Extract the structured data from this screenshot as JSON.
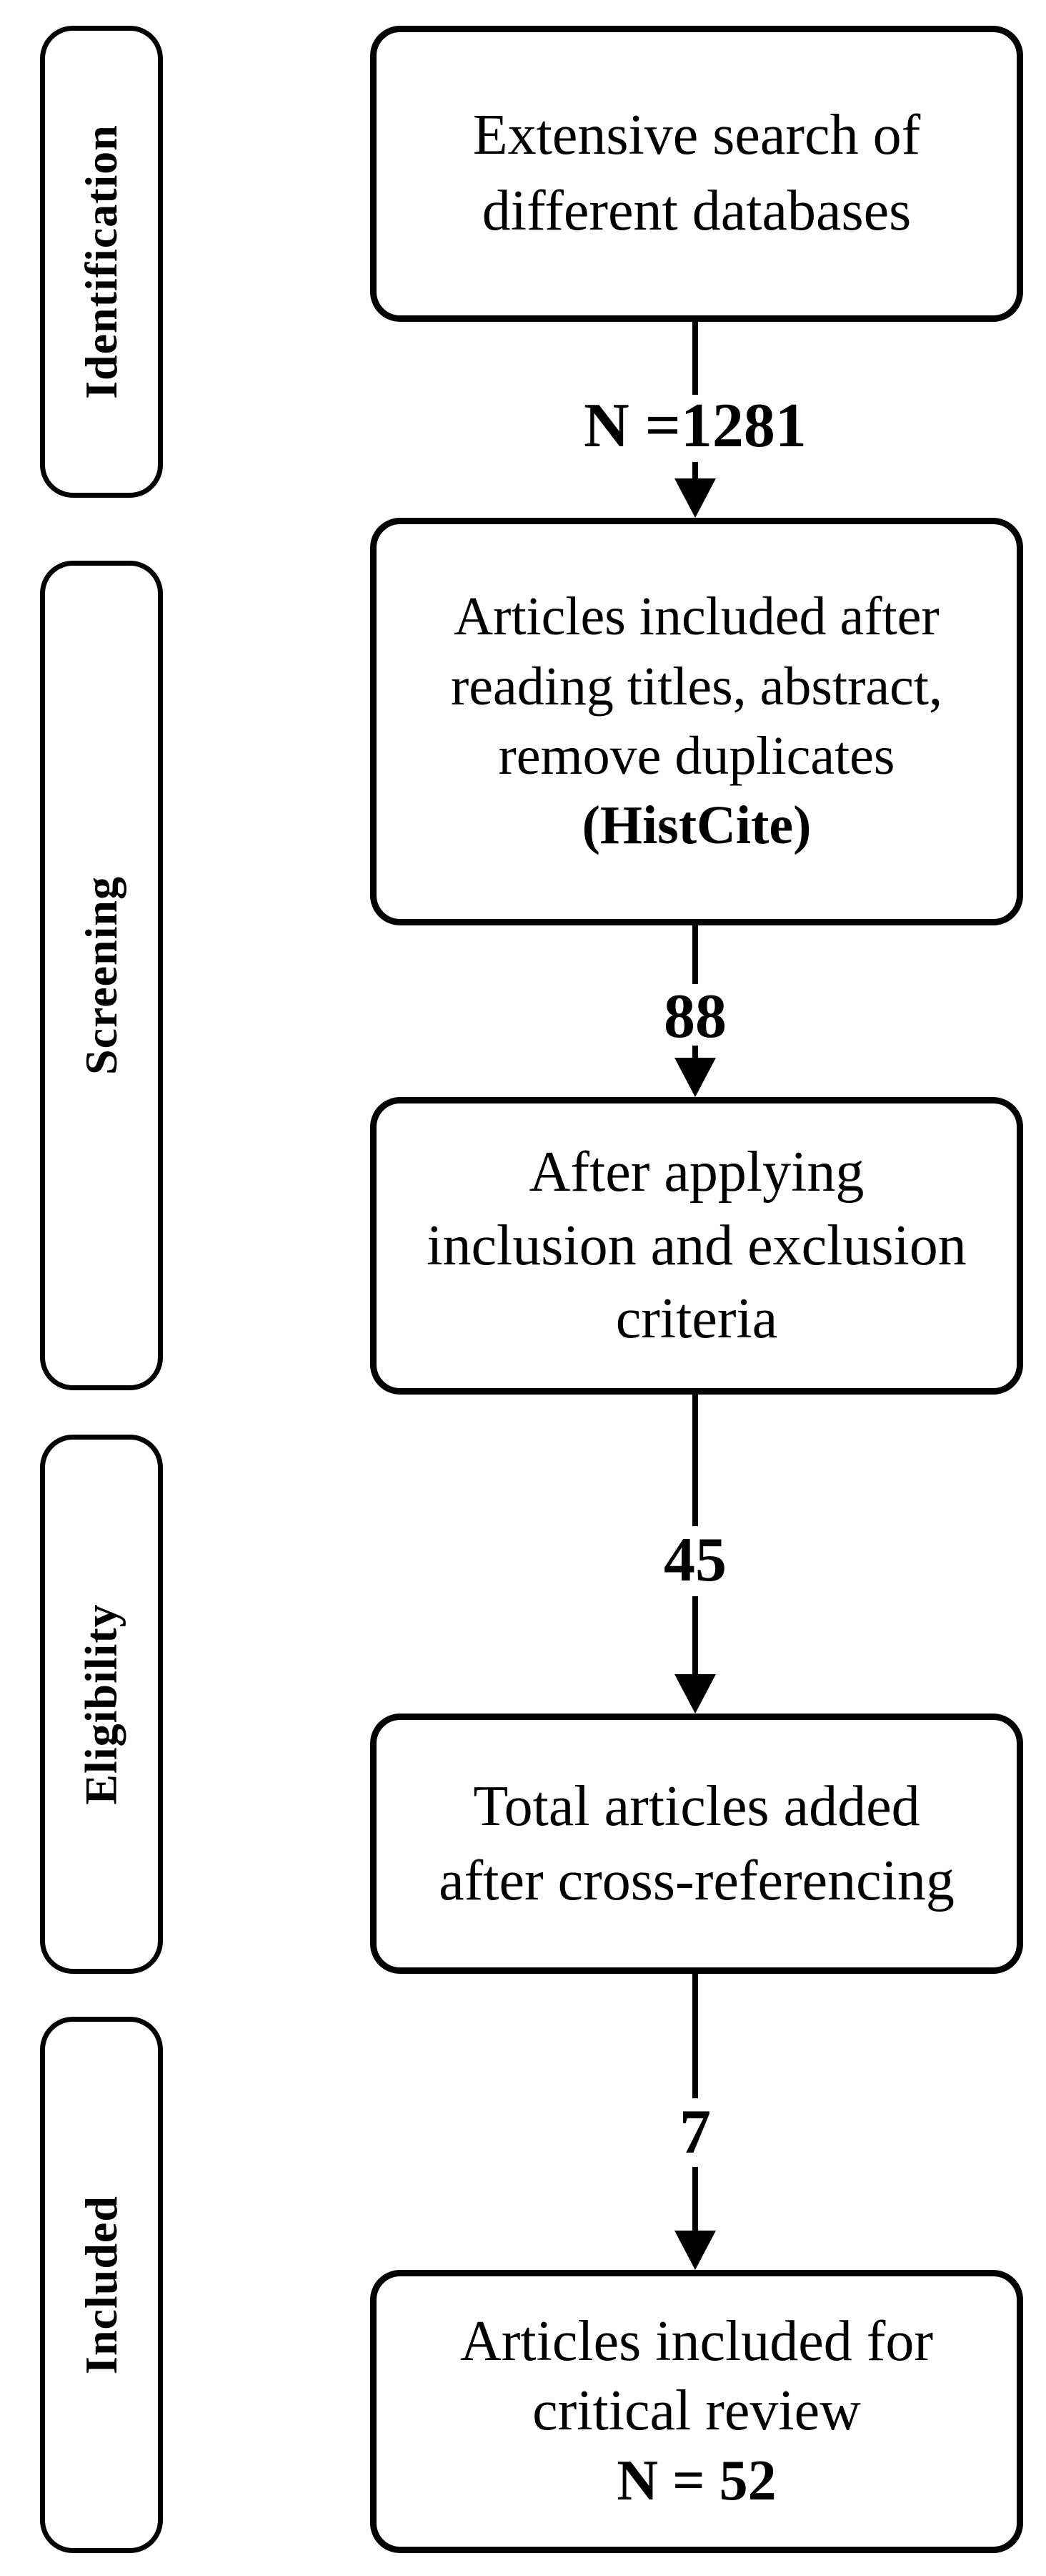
{
  "flow": {
    "stages": [
      {
        "label": "Identification"
      },
      {
        "label": "Screening"
      },
      {
        "label": "Eligibility"
      },
      {
        "label": "Included"
      }
    ],
    "boxes": [
      {
        "lines": [
          "Extensive search of",
          "different databases"
        ]
      },
      {
        "lines": [
          "Articles included after",
          "reading titles, abstract,",
          "remove duplicates"
        ],
        "bold_line": "(HistCite)"
      },
      {
        "lines": [
          "After applying",
          "inclusion and exclusion",
          "criteria"
        ]
      },
      {
        "lines": [
          "Total articles added",
          "after cross-referencing"
        ]
      },
      {
        "lines": [
          "Articles included for",
          "critical review"
        ],
        "bold_line": "N = 52"
      }
    ],
    "arrows": [
      {
        "label": "N =1281"
      },
      {
        "label": "88"
      },
      {
        "label": "45"
      },
      {
        "label": "7"
      }
    ],
    "colors": {
      "ink": "#000000",
      "background": "#ffffff"
    }
  }
}
